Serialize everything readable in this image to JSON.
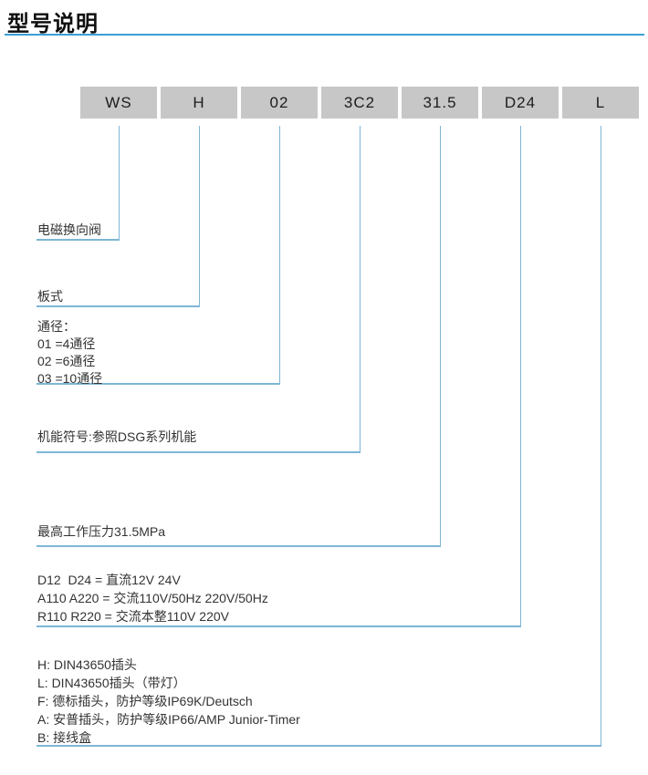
{
  "title": "型号说明",
  "model_code": {
    "segments": [
      {
        "code": "WS"
      },
      {
        "code": "H"
      },
      {
        "code": "02"
      },
      {
        "code": "3C2"
      },
      {
        "code": "31.5"
      },
      {
        "code": "D24"
      },
      {
        "code": "L"
      }
    ]
  },
  "sections": [
    {
      "meaning": "series",
      "lines": [
        "电磁换向阀"
      ]
    },
    {
      "meaning": "mounting",
      "lines": [
        "板式"
      ]
    },
    {
      "meaning": "bore-size",
      "lines": [
        "通径：",
        "01 =4通径",
        "02 =6通径",
        "03 =10通径"
      ]
    },
    {
      "meaning": "function-symbol",
      "lines": [
        "机能符号:参照DSG系列机能"
      ]
    },
    {
      "meaning": "max-pressure",
      "lines": [
        "最高工作压力31.5MPa"
      ]
    },
    {
      "meaning": "voltage",
      "lines": [
        "D12  D24 = 直流12V 24V",
        "A110 A220 = 交流110V/50Hz 220V/50Hz",
        "R110 R220 = 交流本整110V 220V"
      ]
    },
    {
      "meaning": "connector-type",
      "lines": [
        "H: DIN43650插头",
        "L: DIN43650插头（带灯）",
        "F: 德标插头，防护等级IP69K/Deutsch",
        "A: 安普插头，防护等级IP66/AMP Junior-Timer",
        "B: 接线盒"
      ]
    }
  ],
  "colors": {
    "accent_blue": "#3a9ed8",
    "connector_blue": "#7db6d6",
    "box_gray": "#c7c7c7",
    "text_black": "#1c1c1c"
  }
}
